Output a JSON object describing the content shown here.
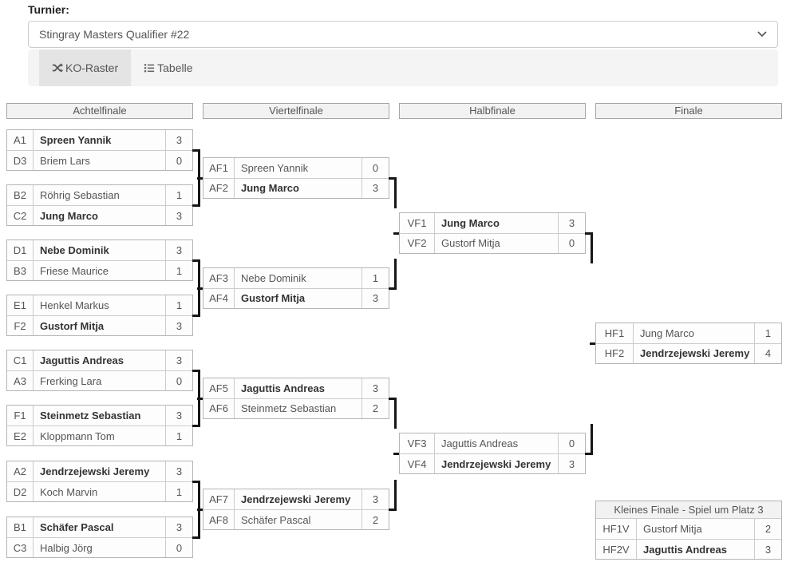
{
  "header": {
    "label": "Turnier:",
    "tournament": "Stingray Masters Qualifier #22",
    "chevron_icon": "chevron-down-icon"
  },
  "tabs": [
    {
      "label": "KO-Raster",
      "icon": "shuffle-icon",
      "active": true
    },
    {
      "label": "Tabelle",
      "icon": "list-icon",
      "active": false
    }
  ],
  "colors": {
    "connector": "#161616",
    "tab_bar_bg": "#f4f4f4",
    "tab_active_bg": "#e4e4e4",
    "header_cell_bg": "#f2f2f2",
    "cell_bg": "#fdfdfd",
    "cell_border": "#cccccc",
    "text": "#555555"
  },
  "bracket": {
    "round_titles": [
      "Achtelfinale",
      "Viertelfinale",
      "Halbfinale",
      "Finale"
    ],
    "rounds": [
      {
        "name": "Achtelfinale",
        "matches": [
          {
            "players": [
              {
                "seed": "A1",
                "name": "Spreen Yannik",
                "score": "3",
                "winner": true
              },
              {
                "seed": "D3",
                "name": "Briem Lars",
                "score": "0",
                "winner": false
              }
            ]
          },
          {
            "players": [
              {
                "seed": "B2",
                "name": "Röhrig Sebastian",
                "score": "1",
                "winner": false
              },
              {
                "seed": "C2",
                "name": "Jung Marco",
                "score": "3",
                "winner": true
              }
            ]
          },
          {
            "players": [
              {
                "seed": "D1",
                "name": "Nebe Dominik",
                "score": "3",
                "winner": true
              },
              {
                "seed": "B3",
                "name": "Friese Maurice",
                "score": "1",
                "winner": false
              }
            ]
          },
          {
            "players": [
              {
                "seed": "E1",
                "name": "Henkel Markus",
                "score": "1",
                "winner": false
              },
              {
                "seed": "F2",
                "name": "Gustorf Mitja",
                "score": "3",
                "winner": true
              }
            ]
          },
          {
            "players": [
              {
                "seed": "C1",
                "name": "Jaguttis Andreas",
                "score": "3",
                "winner": true
              },
              {
                "seed": "A3",
                "name": "Frerking Lara",
                "score": "0",
                "winner": false
              }
            ]
          },
          {
            "players": [
              {
                "seed": "F1",
                "name": "Steinmetz Sebastian",
                "score": "3",
                "winner": true
              },
              {
                "seed": "E2",
                "name": "Kloppmann Tom",
                "score": "1",
                "winner": false
              }
            ]
          },
          {
            "players": [
              {
                "seed": "A2",
                "name": "Jendrzejewski Jeremy",
                "score": "3",
                "winner": true
              },
              {
                "seed": "D2",
                "name": "Koch Marvin",
                "score": "1",
                "winner": false
              }
            ]
          },
          {
            "players": [
              {
                "seed": "B1",
                "name": "Schäfer Pascal",
                "score": "3",
                "winner": true
              },
              {
                "seed": "C3",
                "name": "Halbig Jörg",
                "score": "0",
                "winner": false
              }
            ]
          }
        ]
      },
      {
        "name": "Viertelfinale",
        "matches": [
          {
            "players": [
              {
                "seed": "AF1",
                "name": "Spreen Yannik",
                "score": "0",
                "winner": false
              },
              {
                "seed": "AF2",
                "name": "Jung Marco",
                "score": "3",
                "winner": true
              }
            ]
          },
          {
            "players": [
              {
                "seed": "AF3",
                "name": "Nebe Dominik",
                "score": "1",
                "winner": false
              },
              {
                "seed": "AF4",
                "name": "Gustorf Mitja",
                "score": "3",
                "winner": true
              }
            ]
          },
          {
            "players": [
              {
                "seed": "AF5",
                "name": "Jaguttis Andreas",
                "score": "3",
                "winner": true
              },
              {
                "seed": "AF6",
                "name": "Steinmetz Sebastian",
                "score": "2",
                "winner": false
              }
            ]
          },
          {
            "players": [
              {
                "seed": "AF7",
                "name": "Jendrzejewski Jeremy",
                "score": "3",
                "winner": true
              },
              {
                "seed": "AF8",
                "name": "Schäfer Pascal",
                "score": "2",
                "winner": false
              }
            ]
          }
        ]
      },
      {
        "name": "Halbfinale",
        "matches": [
          {
            "players": [
              {
                "seed": "VF1",
                "name": "Jung Marco",
                "score": "3",
                "winner": true
              },
              {
                "seed": "VF2",
                "name": "Gustorf Mitja",
                "score": "0",
                "winner": false
              }
            ]
          },
          {
            "players": [
              {
                "seed": "VF3",
                "name": "Jaguttis Andreas",
                "score": "0",
                "winner": false
              },
              {
                "seed": "VF4",
                "name": "Jendrzejewski Jeremy",
                "score": "3",
                "winner": true
              }
            ]
          }
        ]
      },
      {
        "name": "Finale",
        "matches": [
          {
            "players": [
              {
                "seed": "HF1",
                "name": "Jung Marco",
                "score": "1",
                "winner": false
              },
              {
                "seed": "HF2",
                "name": "Jendrzejewski Jeremy",
                "score": "4",
                "winner": true
              }
            ]
          }
        ]
      }
    ],
    "third_place": {
      "title": "Kleines Finale - Spiel um Platz 3",
      "players": [
        {
          "seed": "HF1V",
          "name": "Gustorf Mitja",
          "score": "2",
          "winner": false
        },
        {
          "seed": "HF2V",
          "name": "Jaguttis Andreas",
          "score": "3",
          "winner": true
        }
      ]
    }
  }
}
